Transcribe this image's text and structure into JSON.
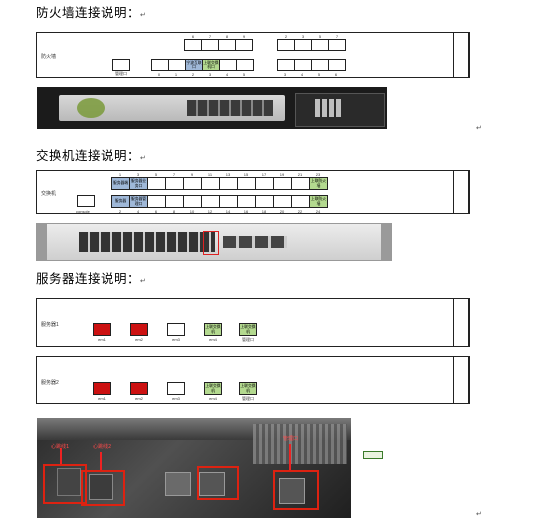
{
  "firewall": {
    "heading": "防火墙连接说明：",
    "device_label": "防火墙",
    "mgmt_label": "管理口",
    "top_numbers": [
      "6",
      "7",
      "8",
      "9",
      "2",
      "3",
      "5",
      "7"
    ],
    "bottom_numbers": [
      "0",
      "1",
      "2",
      "3",
      "4",
      "5",
      "3",
      "4",
      "5",
      "6"
    ],
    "port_wan": "宁波互联口",
    "port_lan": "上联交换机口",
    "colors": {
      "wan": "#9fb8d8",
      "lan": "#b3d98f"
    }
  },
  "switch": {
    "heading": "交换机连接说明：",
    "device_label": "交换机",
    "console_label": "console",
    "top_numbers": [
      "1",
      "3",
      "5",
      "7",
      "9",
      "11",
      "13",
      "15",
      "17",
      "19",
      "21",
      "23"
    ],
    "bottom_numbers": [
      "2",
      "4",
      "6",
      "8",
      "10",
      "12",
      "14",
      "16",
      "18",
      "20",
      "22",
      "24"
    ],
    "port_a_top": "服务器端",
    "port_b_top": "服务器业务口",
    "port_a_bottom": "服务器",
    "port_b_bottom": "服务器管理口",
    "port_uplink_top": "上联防火墙",
    "port_uplink_bottom": "上联防火墙",
    "colors": {
      "server": "#9fb8d8",
      "uplink": "#b3d98f"
    }
  },
  "servers": {
    "heading": "服务器连接说明：",
    "server1_label": "服务器1",
    "server2_label": "服务器2",
    "ports": [
      "em1",
      "em2",
      "em3",
      "em4",
      "管理口"
    ],
    "uplink_label": "上联交换机",
    "colors": {
      "heartbeat": "#cc1111",
      "uplink": "#b3d98f"
    }
  },
  "photo_labels": {
    "hb1": "心跳线1",
    "hb2": "心跳线2",
    "mgmt": "管理口"
  },
  "paragraph_mark": "↵"
}
